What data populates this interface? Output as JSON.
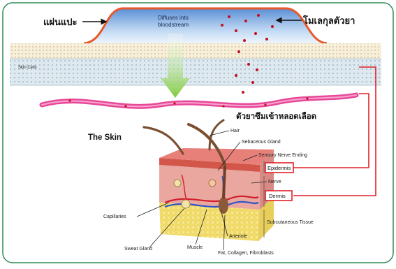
{
  "patch": {
    "label_left": "แผ่นแปะ",
    "label_right": "โมเลกุลตัวยา",
    "diffusion_text_line1": "Diffuses into",
    "diffusion_text_line2": "bloodstream"
  },
  "skin_layers": {
    "skin_cells_label": "Skin Cells",
    "blood_vessel_label": "ตัวยาซึมเข้าหลอดเลือด"
  },
  "skin_diagram": {
    "title": "The Skin",
    "labels": {
      "hair": "Hair",
      "sebaceous_gland": "Sebaceous Gland",
      "sensory_nerve_ending": "Sensory Nerve Ending",
      "epidermis": "Epidermis",
      "nerve": "Nerve",
      "dermis": "Dermis",
      "subcutaneous_tissue": "Subcutaneous Tissue",
      "capillaries": "Capillaries",
      "arteriole": "Arteriole",
      "sweat_gland": "Sweat Gland",
      "muscle": "Muscle",
      "fat_collagen": "Fat, Collagen, Fibroblasts"
    }
  },
  "colors": {
    "frame_border": "#2e8b57",
    "patch_outline": "#e8582a",
    "highlight_red": "#e0202a",
    "blood_vessel": "#e8489a",
    "drug_dot": "#c01020",
    "arrow_green": "#7cc83a"
  }
}
